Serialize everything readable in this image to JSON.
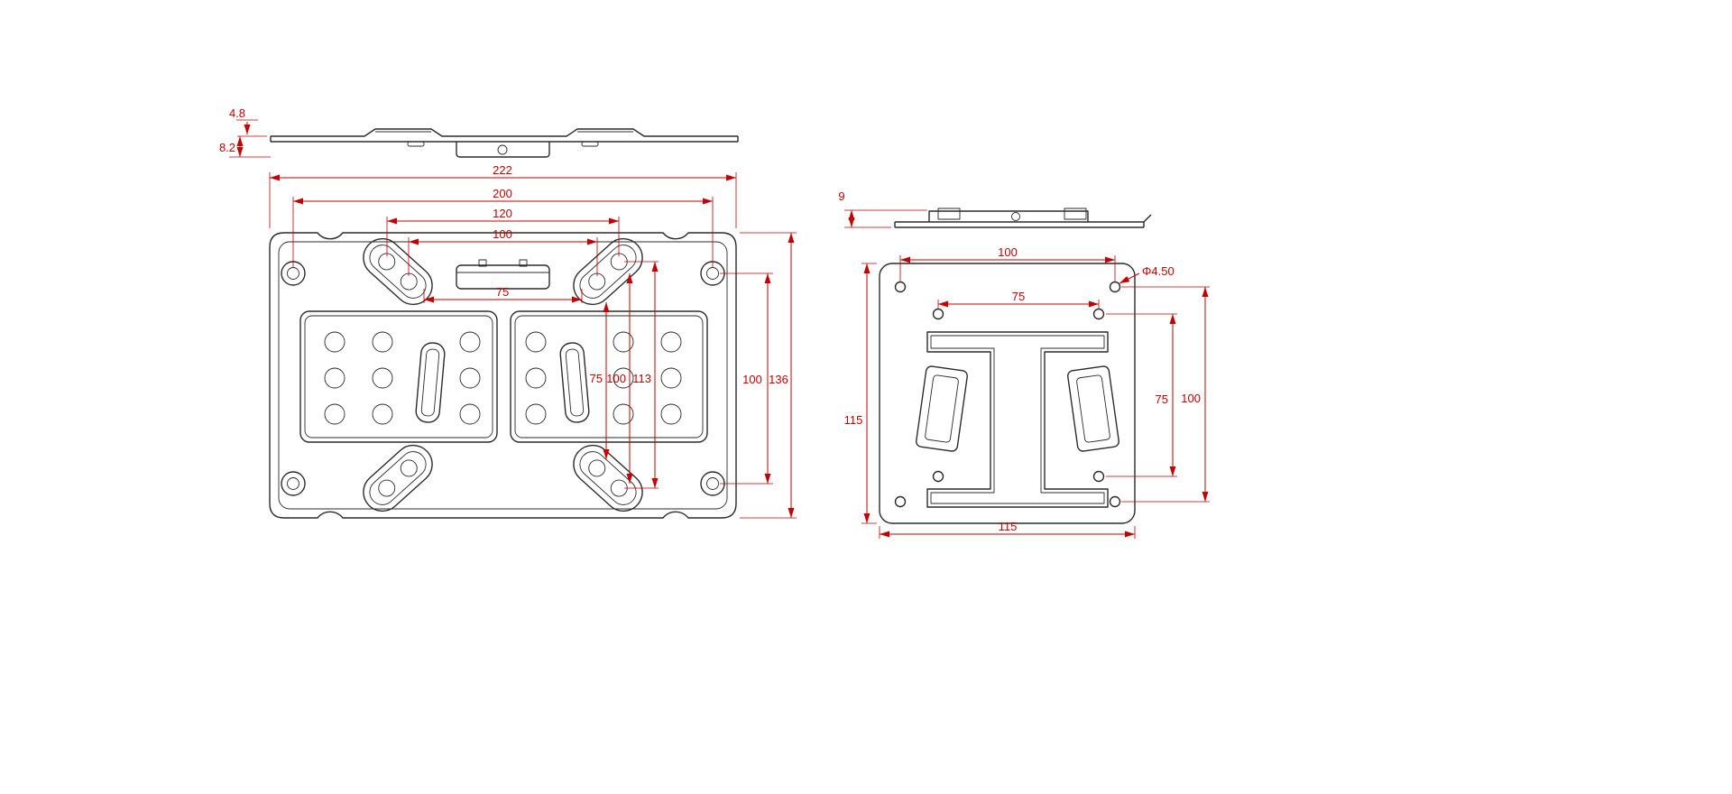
{
  "title": "VESA mounting bracket technical drawing",
  "colors": {
    "line": "#2b2b2b",
    "dimension": "#c40000",
    "background": "#ffffff"
  },
  "side_view_main": {
    "thickness_top": "4.8",
    "thickness_total": "8.2"
  },
  "front_view_main": {
    "width_overall": "222",
    "width_holes": "200",
    "width_slots_outer": "120",
    "width_slots_inner": "100",
    "width_slots_min": "75",
    "height_overall": "136",
    "height_holes": "100",
    "height_slots_min": "75",
    "height_slots_inner": "100",
    "height_slots_outer": "113"
  },
  "side_view_small": {
    "thickness": "9"
  },
  "front_view_small": {
    "width_holes": "100",
    "width_inner": "75",
    "hole_dia": "Φ4.50",
    "height_overall": "115",
    "height_inner": "75",
    "height_holes": "100",
    "width_overall": "115"
  }
}
